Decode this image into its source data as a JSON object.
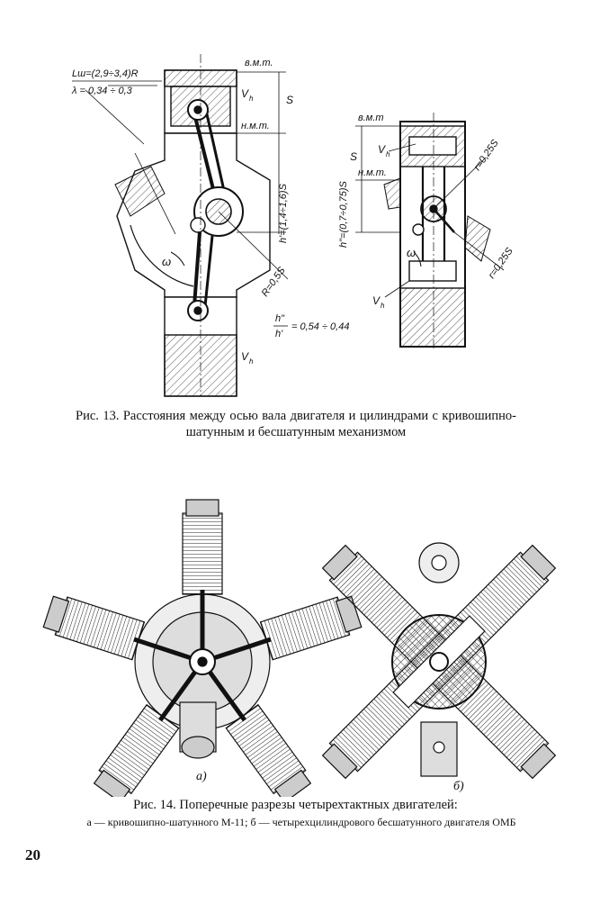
{
  "figure13": {
    "left_labels": {
      "tdc": "в.м.т.",
      "bdc": "н.м.т.",
      "stroke": "S",
      "vh_top": "V",
      "vh_top_sub": "h",
      "vh_bottom": "V",
      "vh_bottom_sub": "h",
      "rod_len": "Lш=(2,9÷3,4)R",
      "lambda": "λ = 0,34 ÷ 0,3",
      "h_prime": "h'=(1,4÷1,6)S",
      "radius": "R=0,5S",
      "omega": "ω",
      "ratio_num": "h\"",
      "ratio_den": "h'",
      "ratio_val": "= 0,54 ÷ 0,44"
    },
    "right_labels": {
      "tdc": "в.м.т",
      "bdc": "н.м.т.",
      "stroke": "S",
      "vh_top": "V",
      "vh_top_sub": "h",
      "vh_bottom": "V",
      "vh_bottom_sub": "h",
      "h_double": "h\"=(0,7÷0,75)S",
      "r1": "r=0,25S",
      "r2": "r=0,25S",
      "omega": "ω"
    },
    "caption": "Рис. 13. Расстояния между осью вала двигателя и цилиндрами с кривошипно-шатунным и бесшатунным механизмом"
  },
  "figure14": {
    "label_a": "а)",
    "label_b": "б)",
    "caption": "Рис. 14. Поперечные разрезы четырехтактных двигателей:",
    "note": "а — кривошипно-шатунного М-11;   б — четырехцилиндрового бесшатунного двигателя ОМБ"
  },
  "page_number": "20"
}
